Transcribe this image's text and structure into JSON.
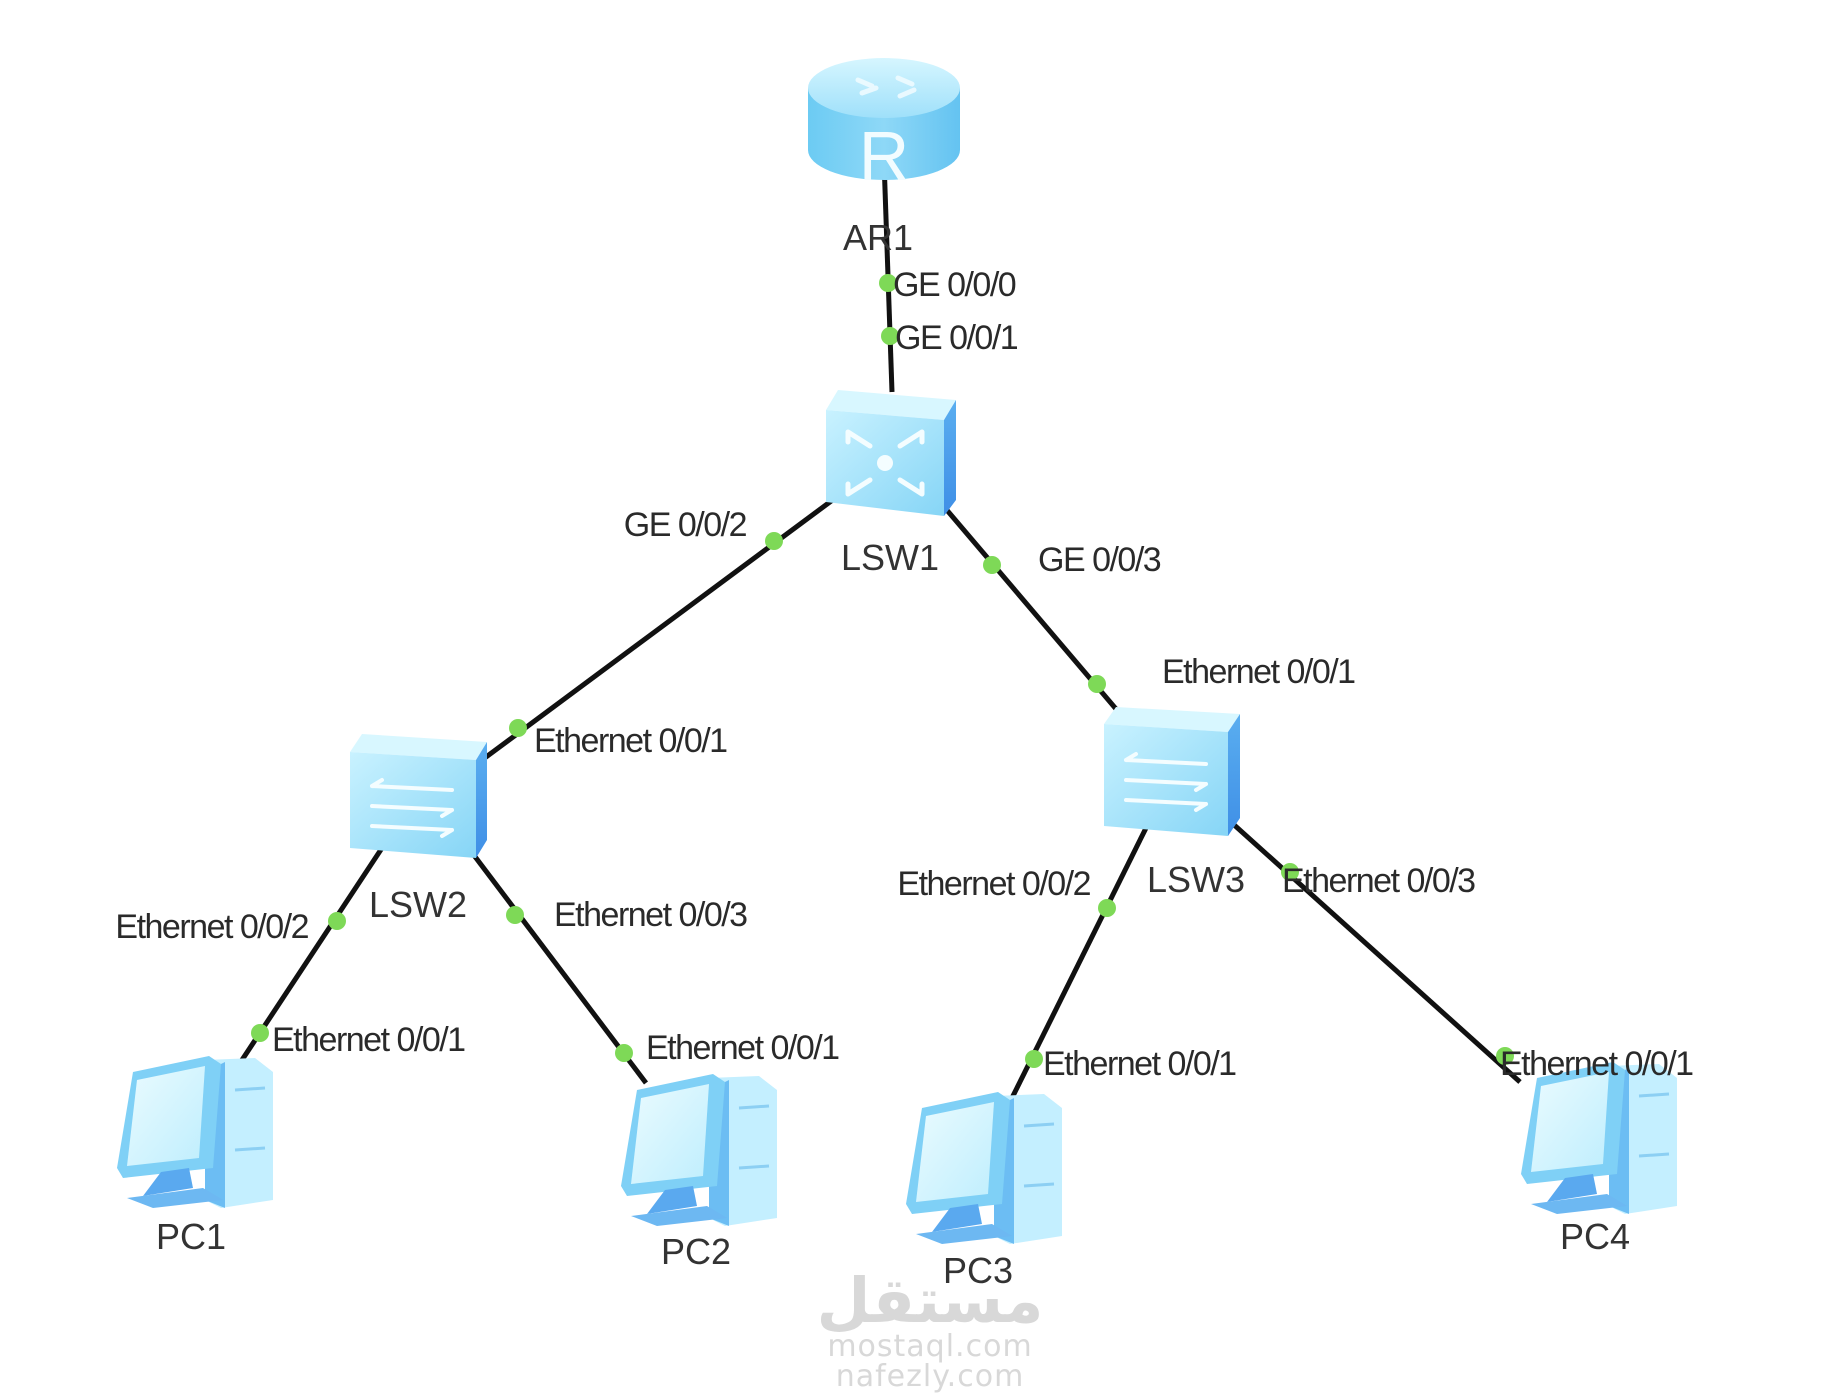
{
  "diagram": {
    "type": "network-topology",
    "colors": {
      "link": "#111111",
      "port_dot": "#7ed957",
      "device_light": "#bdefff",
      "device_mid": "#7fd3f5",
      "device_dark": "#4fa8f0",
      "label_text": "#2a2a2a"
    },
    "devices": [
      {
        "id": "AR1",
        "kind": "router",
        "label": "AR1",
        "icon": "router-icon"
      },
      {
        "id": "LSW1",
        "kind": "core-switch",
        "label": "LSW1",
        "icon": "layer3-switch-icon"
      },
      {
        "id": "LSW2",
        "kind": "switch",
        "label": "LSW2",
        "icon": "switch-icon"
      },
      {
        "id": "LSW3",
        "kind": "switch",
        "label": "LSW3",
        "icon": "switch-icon"
      },
      {
        "id": "PC1",
        "kind": "pc",
        "label": "PC1",
        "icon": "pc-icon"
      },
      {
        "id": "PC2",
        "kind": "pc",
        "label": "PC2",
        "icon": "pc-icon"
      },
      {
        "id": "PC3",
        "kind": "pc",
        "label": "PC3",
        "icon": "pc-icon"
      },
      {
        "id": "PC4",
        "kind": "pc",
        "label": "PC4",
        "icon": "pc-icon"
      }
    ],
    "links": [
      {
        "from": "AR1",
        "from_port": "GE 0/0/0",
        "to": "LSW1",
        "to_port": "GE 0/0/1"
      },
      {
        "from": "LSW1",
        "from_port": "GE 0/0/2",
        "to": "LSW2",
        "to_port": "Ethernet 0/0/1"
      },
      {
        "from": "LSW1",
        "from_port": "GE 0/0/3",
        "to": "LSW3",
        "to_port": "Ethernet 0/0/1"
      },
      {
        "from": "LSW2",
        "from_port": "Ethernet 0/0/2",
        "to": "PC1",
        "to_port": "Ethernet 0/0/1"
      },
      {
        "from": "LSW2",
        "from_port": "Ethernet 0/0/3",
        "to": "PC2",
        "to_port": "Ethernet 0/0/1"
      },
      {
        "from": "LSW3",
        "from_port": "Ethernet 0/0/2",
        "to": "PC3",
        "to_port": "Ethernet 0/0/1"
      },
      {
        "from": "LSW3",
        "from_port": "Ethernet 0/0/3",
        "to": "PC4",
        "to_port": "Ethernet 0/0/1"
      }
    ]
  },
  "watermark": {
    "arabic": "مستقل",
    "line1": "mostaql.com",
    "line2": "nafezly.com"
  }
}
